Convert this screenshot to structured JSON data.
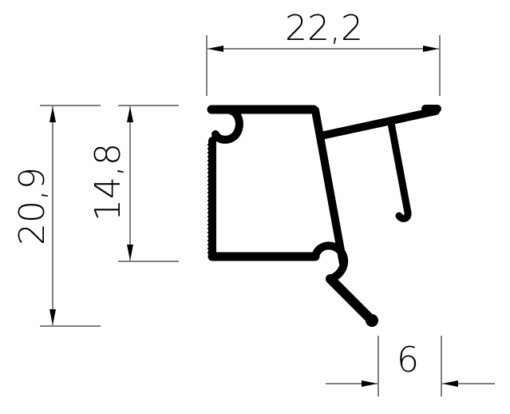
{
  "dimensions": {
    "width_overall": "22,2",
    "height_overall": "20,9",
    "height_inner": "14,8",
    "lip_width": "6"
  },
  "colors": {
    "profile": "#000000",
    "lines": "#000000",
    "background": "#ffffff"
  }
}
